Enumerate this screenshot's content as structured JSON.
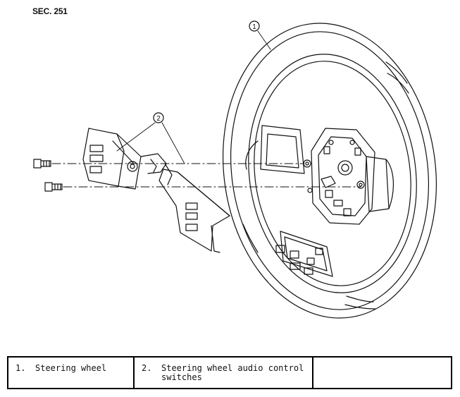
{
  "section": "SEC. 251",
  "callouts": [
    "1",
    "2"
  ],
  "legend": [
    {
      "num": "1.",
      "label": "Steering wheel"
    },
    {
      "num": "2.",
      "label": "Steering wheel audio control switches"
    },
    {
      "num": "",
      "label": ""
    }
  ]
}
